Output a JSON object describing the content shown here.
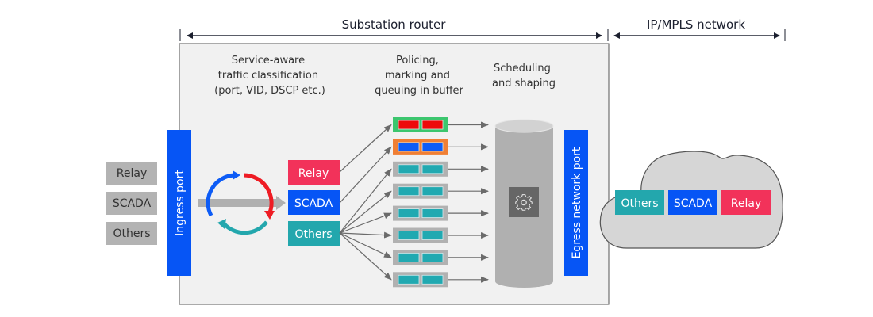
{
  "header": {
    "router_span_label": "Substation router",
    "network_span_label": "IP/MPLS network"
  },
  "stages": {
    "classification": [
      "Service-aware",
      "traffic classification",
      "(port, VID, DSCP etc.)"
    ],
    "policing": [
      "Policing,",
      "marking and",
      "queuing in buffer"
    ],
    "scheduling": [
      "Scheduling",
      "and shaping"
    ]
  },
  "inputs": [
    "Relay",
    "SCADA",
    "Others"
  ],
  "ports": {
    "ingress": "Ingress port",
    "egress": "Egress network port"
  },
  "classes": [
    {
      "label": "Relay",
      "color": "#f2325a"
    },
    {
      "label": "SCADA",
      "color": "#0655f5"
    },
    {
      "label": "Others",
      "color": "#23a7ad"
    }
  ],
  "queues": [
    {
      "frame": "#3cc66e",
      "cell": "#ee0b0b",
      "source_class": "Relay"
    },
    {
      "frame": "#f07f34",
      "cell": "#0d5cf6",
      "source_class": "SCADA"
    },
    {
      "frame": "#b1b1b1",
      "cell": "#21a9b1",
      "source_class": "Others"
    },
    {
      "frame": "#b1b1b1",
      "cell": "#21a9b1",
      "source_class": "Others"
    },
    {
      "frame": "#b1b1b1",
      "cell": "#21a9b1",
      "source_class": "Others"
    },
    {
      "frame": "#b1b1b1",
      "cell": "#21a9b1",
      "source_class": "Others"
    },
    {
      "frame": "#b1b1b1",
      "cell": "#21a9b1",
      "source_class": "Others"
    },
    {
      "frame": "#b1b1b1",
      "cell": "#21a9b1",
      "source_class": "Others"
    }
  ],
  "scheduler_icon": "gear-icon",
  "classifier_icon": "cycle-arrows-icon",
  "cloud_contents": [
    {
      "label": "Others",
      "color": "#23a7ad"
    },
    {
      "label": "SCADA",
      "color": "#0655f5"
    },
    {
      "label": "Relay",
      "color": "#f2325a"
    }
  ],
  "colors": {
    "router_bg": "#f1f1f1",
    "port_blue": "#0655f5",
    "input_grey": "#b3b3b3",
    "cloud_fill": "#d6d6d6",
    "cylinder": "#b0b0b0",
    "gear_box": "#666666"
  }
}
